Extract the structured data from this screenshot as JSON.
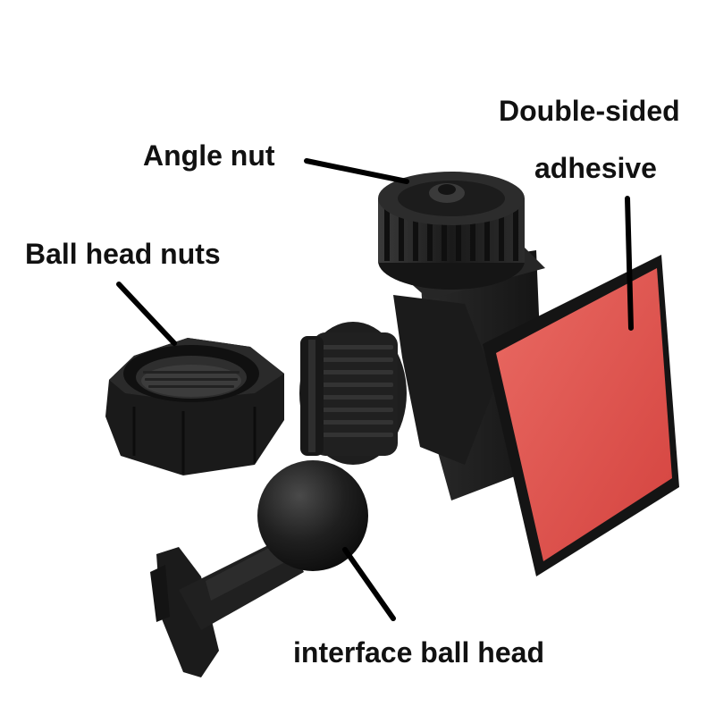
{
  "labels": {
    "angle_nut": "Angle nut",
    "adhesive_line1": "Double-sided",
    "adhesive_line2": "adhesive",
    "ball_head_nuts": "Ball head nuts",
    "interface_ball_head": "interface ball head"
  },
  "colors": {
    "background": "#ffffff",
    "plastic": "#1c1c1c",
    "adhesive_pad": "#e0504c",
    "text": "#111111"
  }
}
